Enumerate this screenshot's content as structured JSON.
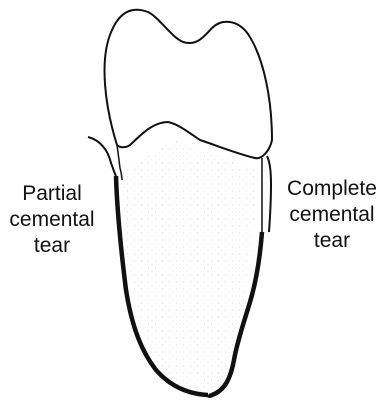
{
  "labels": {
    "left": {
      "line1": "Partial",
      "line2": "cemental",
      "line3": "tear"
    },
    "right": {
      "line1": "Complete",
      "line2": "cemental",
      "line3": "tear"
    }
  },
  "colors": {
    "outline": "#111111",
    "background": "#ffffff",
    "stipple": "#c8c8c8"
  }
}
